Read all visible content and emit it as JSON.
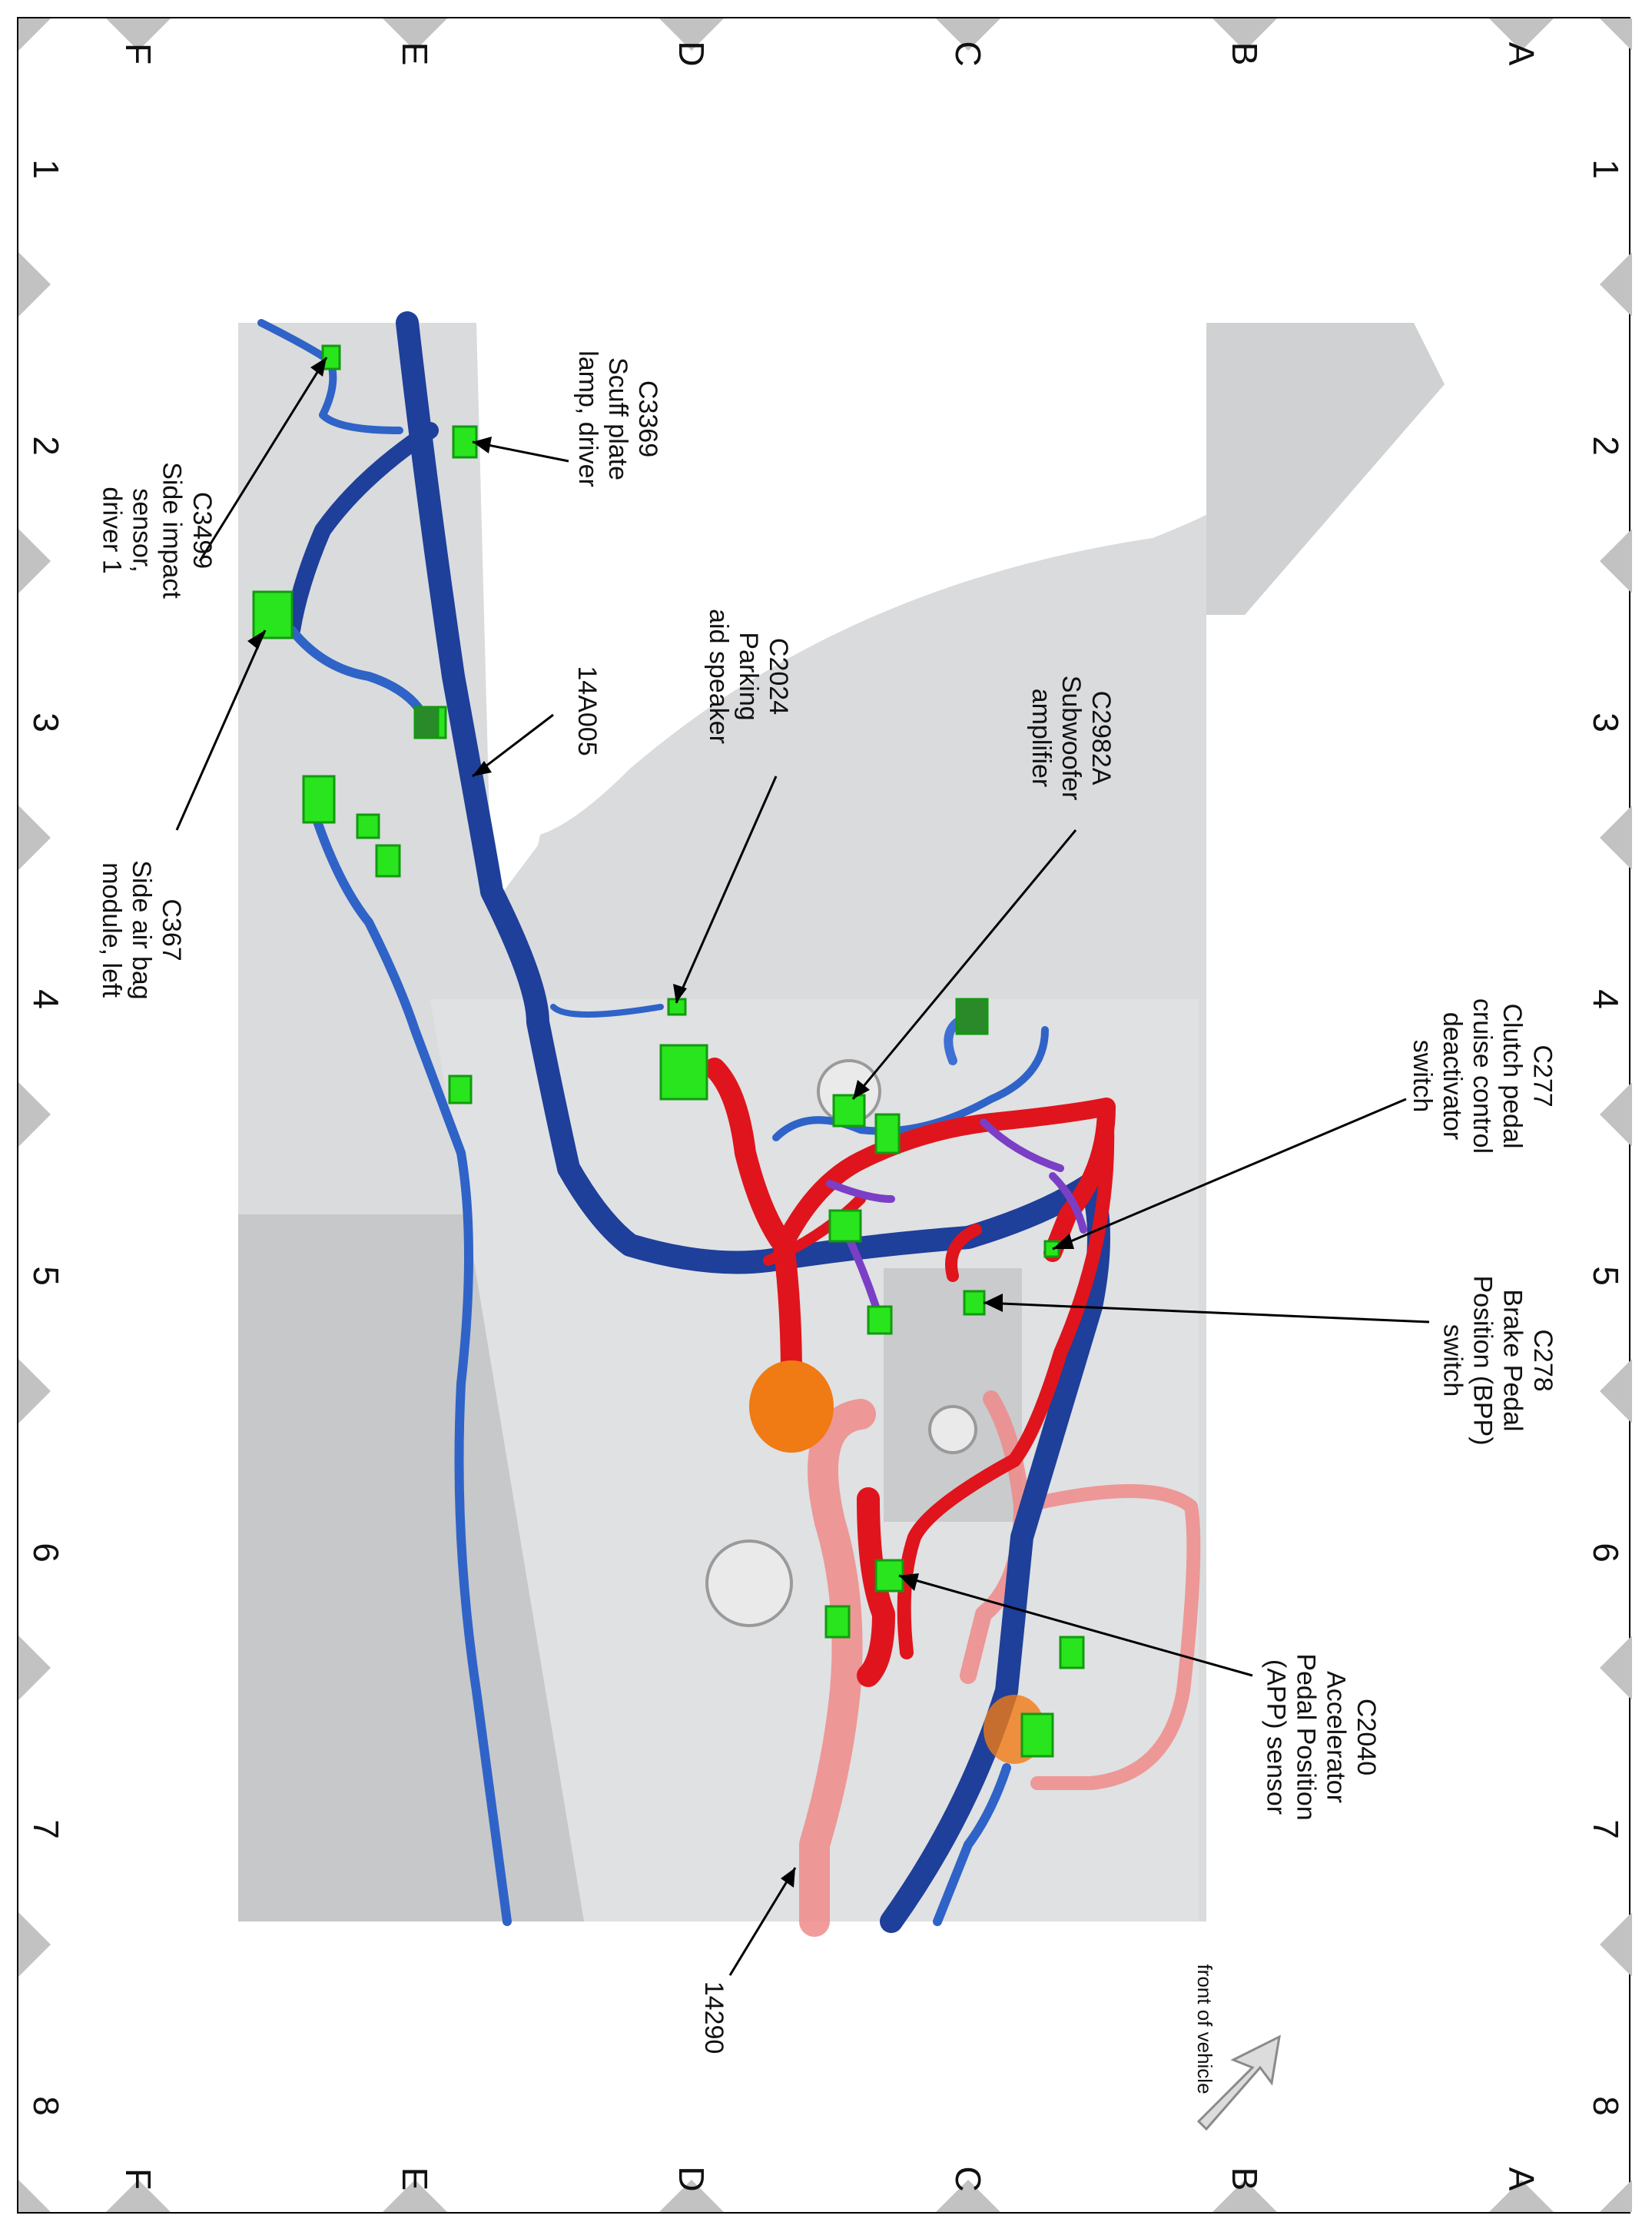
{
  "grid": {
    "columns": [
      "1",
      "2",
      "3",
      "4",
      "5",
      "6",
      "7",
      "8"
    ],
    "rows": [
      "A",
      "B",
      "C",
      "D",
      "E",
      "F"
    ]
  },
  "labels": {
    "c277": [
      "C277",
      "Clutch pedal",
      "cruise control",
      "deactivator",
      "switch"
    ],
    "c278": [
      "C278",
      "Brake Pedal",
      "Position (BPP)",
      "switch"
    ],
    "c2040": [
      "C2040",
      "Accelerator",
      "Pedal Position",
      "(APP) sensor"
    ],
    "c2982a": [
      "C2982A",
      "Subwoofer",
      "amplifier"
    ],
    "c2024": [
      "C2024",
      "Parking",
      "aid speaker"
    ],
    "c3369": [
      "C3369",
      "Scuff plate",
      "lamp, driver"
    ],
    "c3499": [
      "C3499",
      "Side impact",
      "sensor,",
      "driver 1"
    ],
    "c367": [
      "C367",
      "Side air bag",
      "module, left"
    ],
    "h14a005": [
      "14A005"
    ],
    "h14290": [
      "14290"
    ],
    "front": [
      "front of vehicle"
    ]
  },
  "colors": {
    "harness_blue": "#1e3f9a",
    "harness_blue_light": "#2f63c8",
    "harness_red": "#e0141c",
    "harness_red_ghost": "#f08a8a",
    "harness_purple": "#7b3fc6",
    "connector_green": "#29e51d",
    "grommet_orange": "#f07a14",
    "body_gray": "#d9dbdd",
    "marker_gray": "#c2c2c2"
  }
}
